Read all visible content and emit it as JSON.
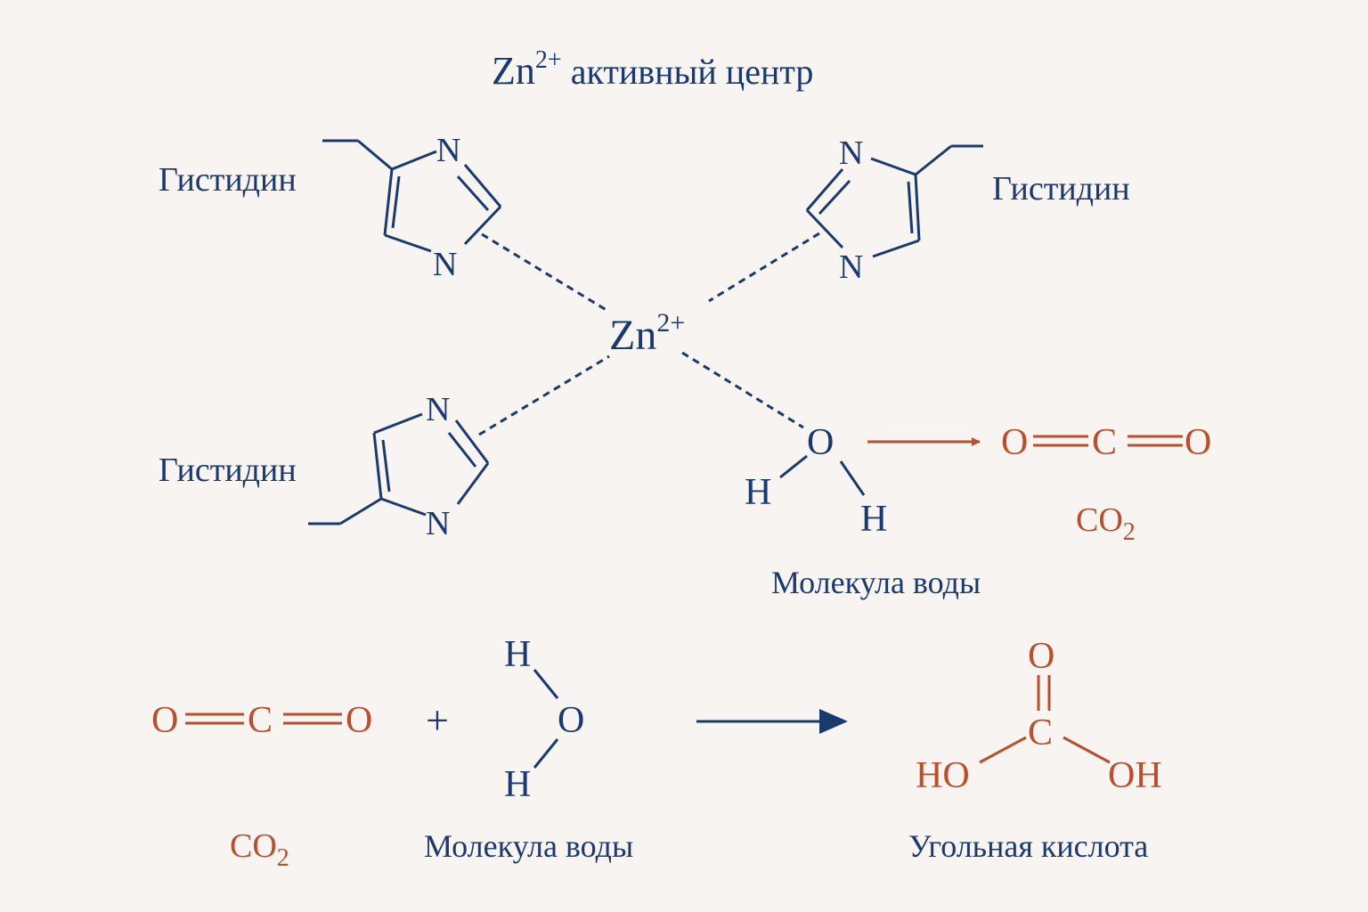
{
  "title": {
    "main": "Zn",
    "sup": "2+",
    "rest": " активный центр"
  },
  "zinc": {
    "symbol": "Zn",
    "charge": "2+"
  },
  "histidine_label": "Гистидин",
  "atoms": {
    "N": "N",
    "O": "O",
    "H": "H",
    "C": "C",
    "HO": "HO",
    "OH": "OH"
  },
  "plus": "+",
  "co2": {
    "base": "CO",
    "sub": "2"
  },
  "water_label": "Молекула воды",
  "carbonic_acid_label": "Угольная кислота",
  "colors": {
    "blue": "#1a3a6e",
    "red": "#b8502d",
    "background": "#f8f4f1"
  }
}
